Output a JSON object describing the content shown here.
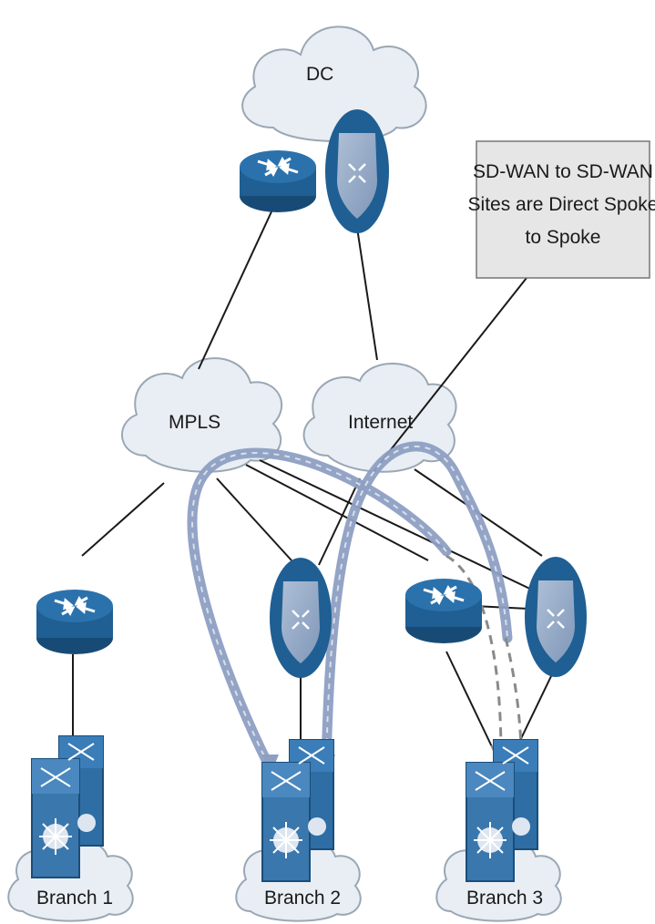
{
  "clouds": {
    "dc": "DC",
    "mpls": "MPLS",
    "internet": "Internet",
    "branch1": "Branch 1",
    "branch2": "Branch 2",
    "branch3": "Branch 3"
  },
  "callout": {
    "line1": "SD-WAN to SD-WAN",
    "line2": "Sites are Direct Spoke",
    "line3": "to Spoke"
  },
  "colors": {
    "device_blue": "#1f5f93",
    "device_blue_dark": "#174b75",
    "shield": "#8fa7c6",
    "cloud_fill": "#e9eef4",
    "tunnel": "#8d9fc3",
    "switch_blue": "#3a77ad"
  },
  "icons": [
    "router-icon",
    "sdwan-edge-shield-icon",
    "switch-stack-icon",
    "cloud-icon"
  ]
}
